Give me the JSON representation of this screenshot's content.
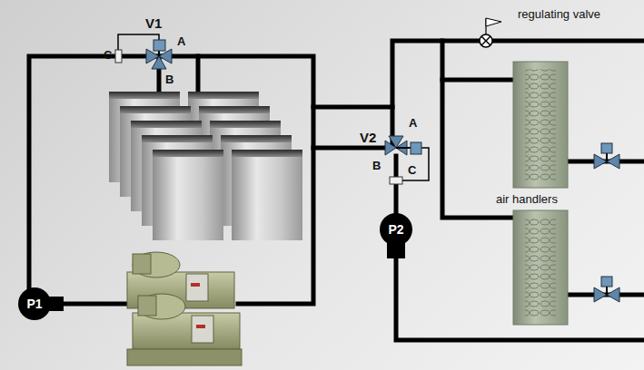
{
  "diagram": {
    "nodes": [
      {
        "text": [
          "P1"
        ]
      },
      {
        "text": [
          "P2"
        ]
      }
    ],
    "labels": [
      "V1",
      "C",
      "A",
      "B",
      "regulating valve",
      "V2",
      "A",
      "B",
      "C",
      "air handlers"
    ]
  }
}
